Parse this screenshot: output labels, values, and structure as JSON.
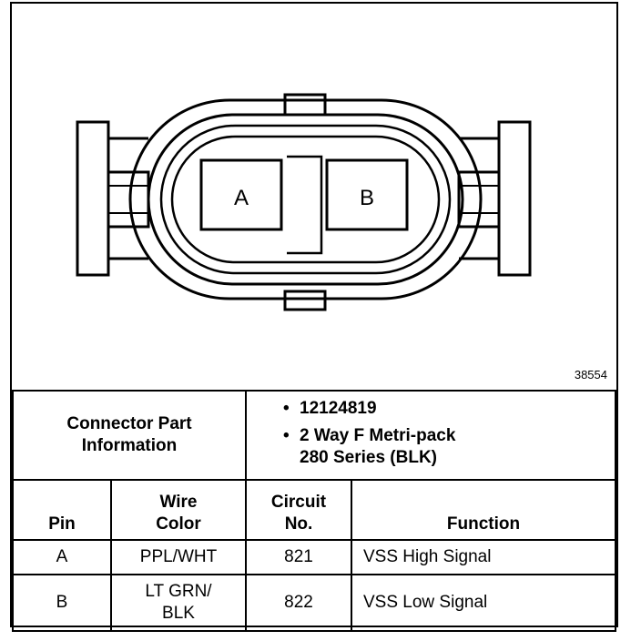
{
  "figure": {
    "pin_a_label": "A",
    "pin_b_label": "B",
    "figure_number": "38554"
  },
  "connector_info": {
    "label_line1": "Connector Part",
    "label_line2": "Information",
    "items": [
      {
        "line1": "12124819",
        "line2": ""
      },
      {
        "line1": "2 Way F Metri-pack",
        "line2": "280 Series (BLK)"
      }
    ],
    "bullet": "•"
  },
  "table": {
    "headers": {
      "pin": "Pin",
      "wire_color_line1": "Wire",
      "wire_color_line2": "Color",
      "circuit_line1": "Circuit",
      "circuit_line2": "No.",
      "function": "Function"
    },
    "rows": [
      {
        "pin": "A",
        "wire_line1": "PPL/WHT",
        "wire_line2": "",
        "circuit": "821",
        "function": "VSS High Signal"
      },
      {
        "pin": "B",
        "wire_line1": "LT GRN/",
        "wire_line2": "BLK",
        "circuit": "822",
        "function": "VSS Low Signal"
      }
    ]
  },
  "colors": {
    "ink": "#000000",
    "paper": "#ffffff"
  }
}
